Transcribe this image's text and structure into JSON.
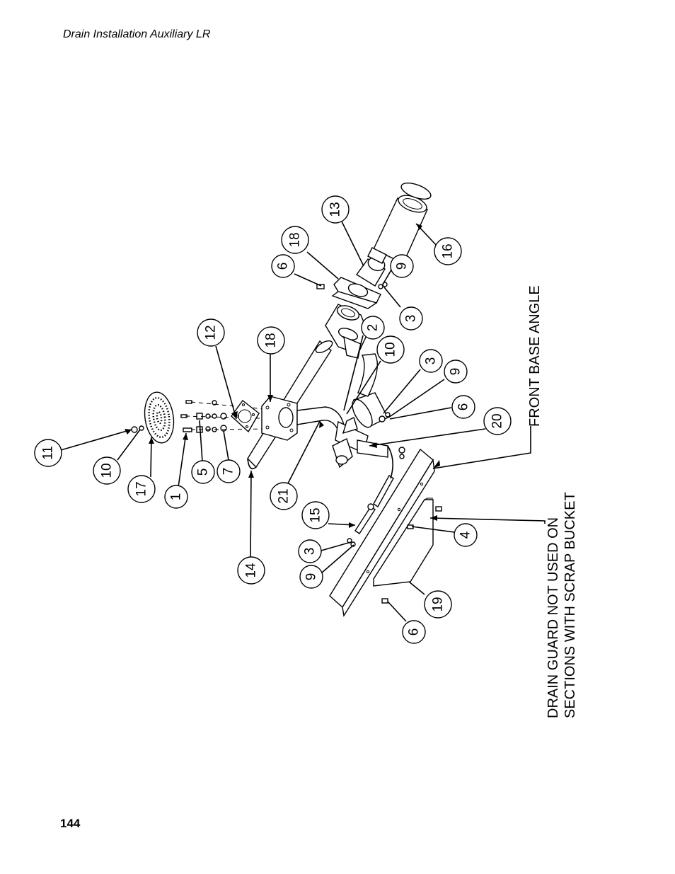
{
  "header": {
    "title": "Drain Installation  Auxiliary LR"
  },
  "footer": {
    "page_number": "144"
  },
  "notes": {
    "front_base_angle": "FRONT BASE ANGLE",
    "drain_guard_line1": "DRAIN GUARD NOT USED ON",
    "drain_guard_line2": "SECTIONS WITH SCRAP BUCKET"
  },
  "callouts": [
    {
      "label": "11"
    },
    {
      "label": "10"
    },
    {
      "label": "17"
    },
    {
      "label": "1"
    },
    {
      "label": "5"
    },
    {
      "label": "7"
    },
    {
      "label": "12"
    },
    {
      "label": "14"
    },
    {
      "label": "18"
    },
    {
      "label": "21"
    },
    {
      "label": "15"
    },
    {
      "label": "3"
    },
    {
      "label": "9"
    },
    {
      "label": "6"
    },
    {
      "label": "18"
    },
    {
      "label": "13"
    },
    {
      "label": "9"
    },
    {
      "label": "3"
    },
    {
      "label": "16"
    },
    {
      "label": "2"
    },
    {
      "label": "10"
    },
    {
      "label": "3"
    },
    {
      "label": "9"
    },
    {
      "label": "6"
    },
    {
      "label": "20"
    },
    {
      "label": "4"
    },
    {
      "label": "19"
    },
    {
      "label": "6"
    }
  ]
}
